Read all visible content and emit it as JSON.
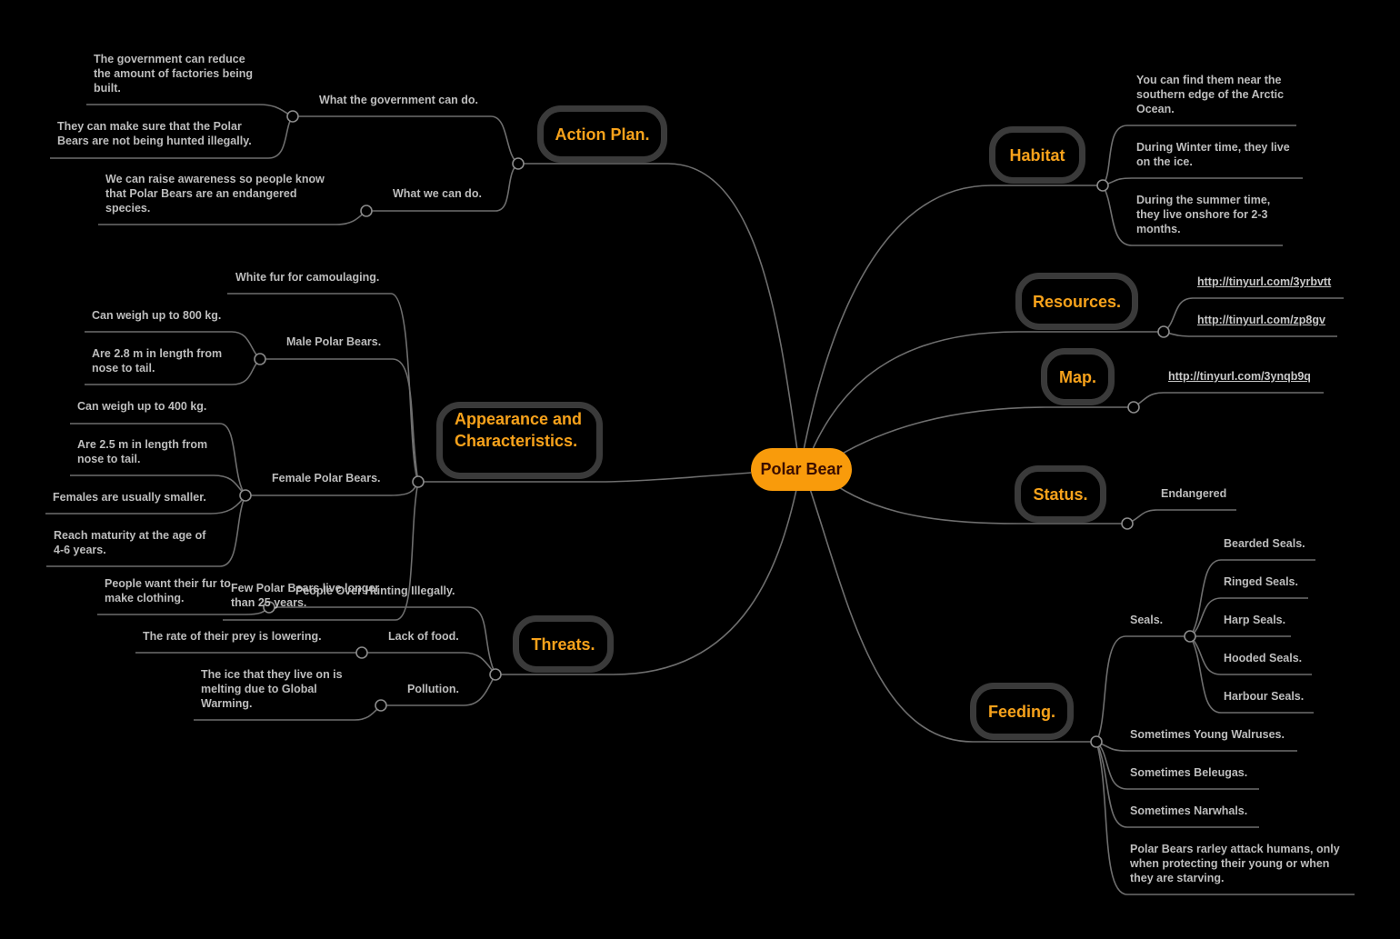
{
  "central": "Polar Bear",
  "topics": {
    "action_plan": "Action Plan.",
    "appearance_line1": "Appearance and",
    "appearance_line2": "Characteristics.",
    "threats": "Threats.",
    "habitat": "Habitat",
    "resources": "Resources.",
    "map": "Map.",
    "status": "Status.",
    "feeding": "Feeding."
  },
  "action_plan": {
    "government": "What the government can do.",
    "gov_item1": [
      "The government can reduce",
      "the amount of factories being",
      "built."
    ],
    "gov_item2": [
      "They can make sure that the Polar",
      "Bears are not being hunted illegally."
    ],
    "we": "What we can do.",
    "we_item1": [
      "We can raise awareness so people know",
      "that Polar Bears are an endangered",
      "species."
    ]
  },
  "appearance": {
    "white_fur": "White fur for camoulaging.",
    "male": "Male Polar Bears.",
    "male_item1": "Can weigh up to 800 kg.",
    "male_item2": [
      "Are 2.8 m in length from",
      "nose to tail."
    ],
    "female": "Female Polar Bears.",
    "female_item1": "Can weigh up to 400 kg.",
    "female_item2": [
      "Are 2.5 m in length from",
      "nose to tail."
    ],
    "female_item3": "Females are usually smaller.",
    "female_item4": [
      "Reach maturity at the age of",
      "4-6 years."
    ],
    "lifespan": [
      "Few Polar Bears live longer",
      "than 25 years."
    ]
  },
  "threats": {
    "hunting": "People Over Hunting Illegally.",
    "hunting_item": [
      "People want their fur to",
      "make clothing."
    ],
    "food": "Lack of food.",
    "food_item": "The rate of their prey is lowering.",
    "pollution": "Pollution.",
    "pollution_item": [
      "The ice that they live on is",
      "melting due to Global",
      "Warming."
    ]
  },
  "habitat": {
    "item1": [
      "You can find them near the",
      "southern edge of the Arctic",
      "Ocean."
    ],
    "item2": [
      "During Winter time, they live",
      "on the ice."
    ],
    "item3": [
      "During the summer time,",
      "they live onshore for 2-3",
      "months."
    ]
  },
  "resources": {
    "link1": "http://tinyurl.com/3yrbvtt",
    "link2": "http://tinyurl.com/zp8gv"
  },
  "map": {
    "link": "http://tinyurl.com/3ynqb9q"
  },
  "status": {
    "value": "Endangered"
  },
  "feeding": {
    "seals": "Seals.",
    "seal1": "Bearded Seals.",
    "seal2": "Ringed Seals.",
    "seal3": "Harp Seals.",
    "seal4": "Hooded Seals.",
    "seal5": "Harbour Seals.",
    "walrus": "Sometimes Young Walruses.",
    "belugas": "Sometimes Beleugas.",
    "narwhals": "Sometimes Narwhals.",
    "humans": [
      "Polar Bears rarley attack humans, only",
      "when protecting their young or when",
      "they are starving."
    ]
  },
  "colors": {
    "background": "#000000",
    "central_fill": "#f99b0b",
    "topic_text": "#f7a21b",
    "topic_border": "#3a3a3a",
    "line": "#6e6e6e",
    "label_text": "#bdbdbd"
  }
}
